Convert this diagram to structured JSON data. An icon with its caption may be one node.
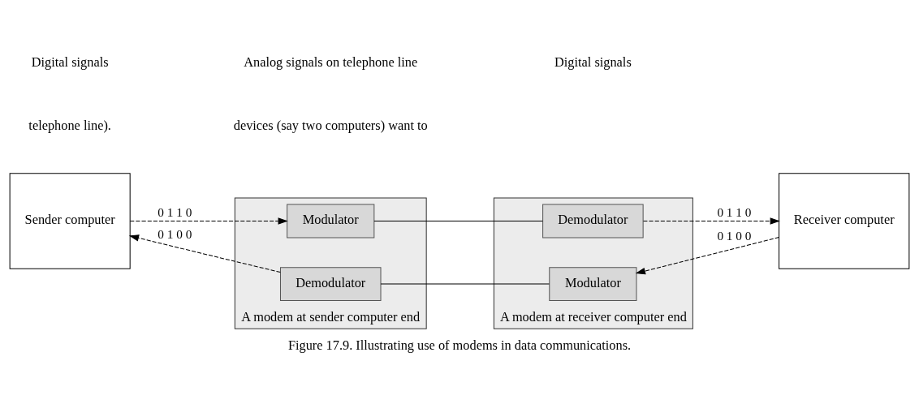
{
  "diagram": {
    "caption": "Figure 17.9. Illustrating use of modems in data communications.",
    "nodes": [
      {
        "text": [
          "Sender computer"
        ]
      },
      {
        "text": [
          "A modem at sender computer end"
        ]
      },
      {
        "text": [
          "Modulator"
        ],
        "in": 1
      },
      {
        "text": [
          "Demodulator"
        ],
        "in": 1
      },
      {
        "text": [
          "A modem at receiver computer end"
        ]
      },
      {
        "text": [
          "Demodulator"
        ],
        "in": 4
      },
      {
        "text": [
          "Modulator"
        ],
        "in": 4
      },
      {
        "text": [
          "Receiver computer"
        ]
      }
    ],
    "edges": [
      {
        "from": 0,
        "to": 2,
        "arrow": "to",
        "style": "dashed",
        "label": "0 1 1 0"
      },
      {
        "from": 2,
        "to": 5,
        "arrow": "none"
      },
      {
        "from": 6,
        "to": 3,
        "arrow": "none"
      },
      {
        "from": 3,
        "to": 0,
        "arrow": "to",
        "style": "dashed",
        "label": "0 1 0 0"
      },
      {
        "from": 5,
        "to": 7,
        "arrow": "to",
        "style": "dashed",
        "label": "0 1 1 0"
      },
      {
        "from": 7,
        "to": 6,
        "arrow": "to",
        "style": "dashed",
        "label": "0 1 0 0"
      }
    ],
    "labels": [
      "telephone line).",
      "devices (say two computers) want to",
      "Digital signals",
      "Analog signals on telephone line",
      "Digital signals"
    ]
  }
}
